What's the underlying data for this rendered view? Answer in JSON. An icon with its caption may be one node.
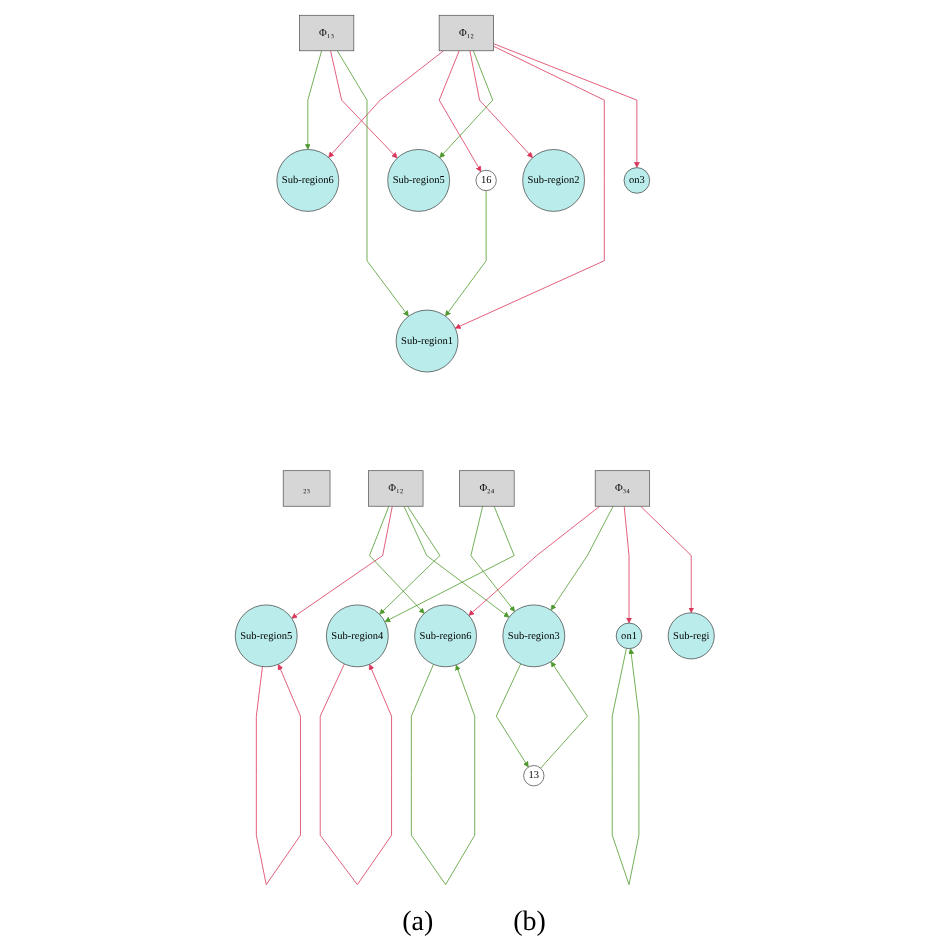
{
  "diagram": {
    "nodes": [
      {
        "text": [
          "Φ₁₃"
        ]
      },
      {
        "text": [
          "Φ₁₂"
        ]
      },
      {
        "text": [
          "Sub-region6"
        ]
      },
      {
        "text": [
          "16"
        ]
      },
      {
        "text": [
          "Sub-region2"
        ]
      },
      {
        "text": [
          "Sub-region5"
        ]
      },
      {
        "text": [
          "on3"
        ]
      },
      {
        "text": [
          "Sub-region1"
        ]
      },
      {
        "text": [
          "₂₃"
        ]
      },
      {
        "text": [
          "Φ₁₂"
        ]
      },
      {
        "text": [
          "Φ₂₄"
        ]
      },
      {
        "text": [
          "Φ₃₄"
        ]
      },
      {
        "text": [
          "Sub-region6"
        ]
      },
      {
        "text": [
          "Sub-region5"
        ]
      },
      {
        "text": [
          "Sub-region3"
        ]
      },
      {
        "text": [
          "on1"
        ]
      },
      {
        "text": [
          "Sub-region4"
        ]
      },
      {
        "text": [
          "13"
        ]
      },
      {
        "text": [
          "Sub-regi"
        ]
      }
    ],
    "edges": [
      {
        "from": 0,
        "to": 2,
        "arrow": "to",
        "color": "#4f9a2e"
      },
      {
        "from": 1,
        "to": 2,
        "arrow": "to",
        "color": "#d9365a"
      },
      {
        "from": 1,
        "to": 3,
        "arrow": "to",
        "color": "#d9365a"
      },
      {
        "from": 1,
        "to": 4,
        "arrow": "to",
        "color": "#d9365a"
      },
      {
        "from": 1,
        "to": 5,
        "arrow": "to",
        "color": "#4f9a2e"
      },
      {
        "from": 0,
        "to": 5,
        "arrow": "to",
        "color": "#d9365a"
      },
      {
        "from": 3,
        "to": 7,
        "arrow": "to",
        "color": "#4f9a2e"
      },
      {
        "from": 0,
        "to": 7,
        "arrow": "to",
        "color": "#4f9a2e"
      },
      {
        "from": 1,
        "to": 7,
        "arrow": "to",
        "color": "#d9365a"
      },
      {
        "from": 1,
        "to": 6,
        "arrow": "to",
        "color": "#d9365a"
      },
      {
        "from": 9,
        "to": 12,
        "arrow": "to",
        "color": "#4f9a2e"
      },
      {
        "from": 9,
        "to": 13,
        "arrow": "to",
        "color": "#d9365a"
      },
      {
        "from": 9,
        "to": 14,
        "arrow": "to",
        "color": "#4f9a2e"
      },
      {
        "from": 9,
        "to": 16,
        "arrow": "to",
        "color": "#4f9a2e"
      },
      {
        "from": 10,
        "to": 14,
        "arrow": "to",
        "color": "#4f9a2e"
      },
      {
        "from": 10,
        "to": 16,
        "arrow": "to",
        "color": "#4f9a2e"
      },
      {
        "from": 11,
        "to": 12,
        "arrow": "to",
        "color": "#d9365a"
      },
      {
        "from": 11,
        "to": 14,
        "arrow": "to",
        "color": "#4f9a2e"
      },
      {
        "from": 11,
        "to": 15,
        "arrow": "to",
        "color": "#d9365a"
      },
      {
        "from": 11,
        "to": 18,
        "arrow": "to",
        "color": "#d9365a"
      },
      {
        "from": 12,
        "to": 12,
        "arrow": "to",
        "color": "#4f9a2e"
      },
      {
        "from": 13,
        "to": 13,
        "arrow": "to",
        "color": "#d9365a"
      },
      {
        "from": 14,
        "to": 17,
        "arrow": "to",
        "color": "#4f9a2e"
      },
      {
        "from": 17,
        "to": 14,
        "arrow": "to",
        "color": "#4f9a2e"
      },
      {
        "from": 15,
        "to": 15,
        "arrow": "to",
        "color": "#4f9a2e"
      },
      {
        "from": 16,
        "to": 16,
        "arrow": "to",
        "color": "#d9365a"
      }
    ],
    "labels": [
      "(a)",
      "(b)"
    ]
  }
}
